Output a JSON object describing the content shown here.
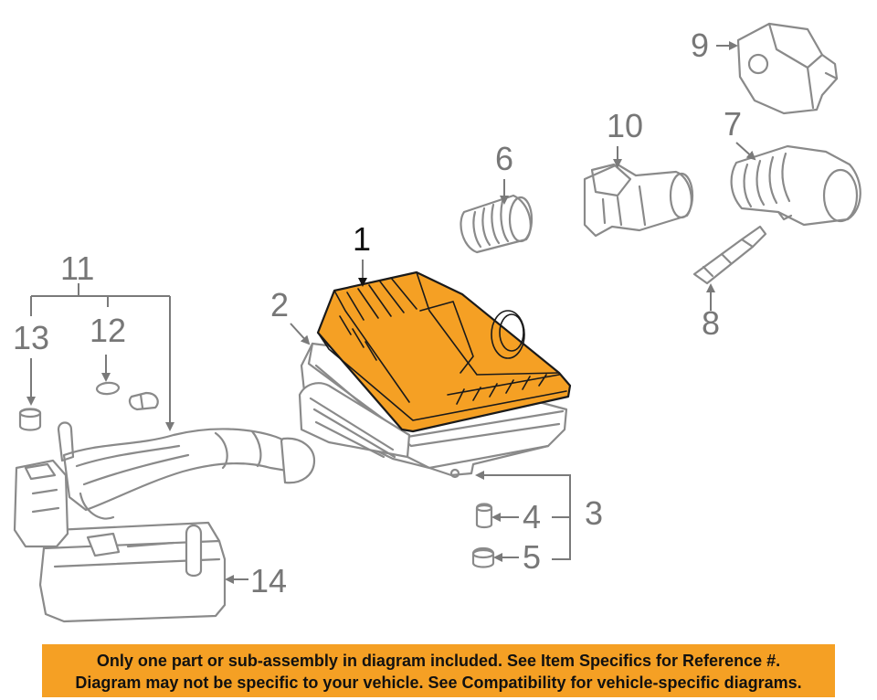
{
  "callouts": {
    "c1": "1",
    "c2": "2",
    "c3": "3",
    "c4": "4",
    "c5": "5",
    "c6": "6",
    "c7": "7",
    "c8": "8",
    "c9": "9",
    "c10": "10",
    "c11": "11",
    "c12": "12",
    "c13": "13",
    "c14": "14"
  },
  "banner": {
    "line1": "Only one part or sub-assembly in diagram included. See Item Specifics for Reference #.",
    "line2": "Diagram may not be specific to your vehicle. See Compatibility for vehicle-specific diagrams."
  },
  "colors": {
    "highlight": "#f5a024",
    "line_art": "#8a8a8a",
    "banner": "#f5a024"
  }
}
